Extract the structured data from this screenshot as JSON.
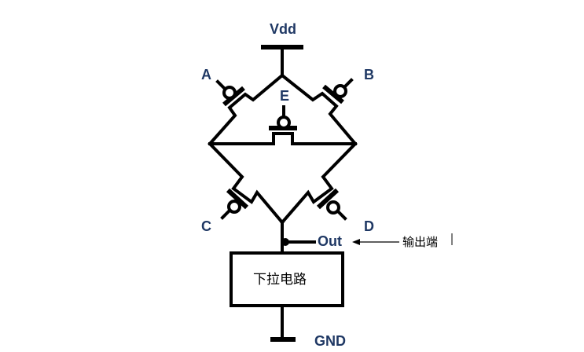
{
  "labels": {
    "vdd": "Vdd",
    "gnd": "GND",
    "out": "Out",
    "pulldown": "下拉电路",
    "output_annotation": "输出端"
  },
  "transistors": {
    "a": "A",
    "b": "B",
    "c": "C",
    "d": "D",
    "e": "E"
  }
}
